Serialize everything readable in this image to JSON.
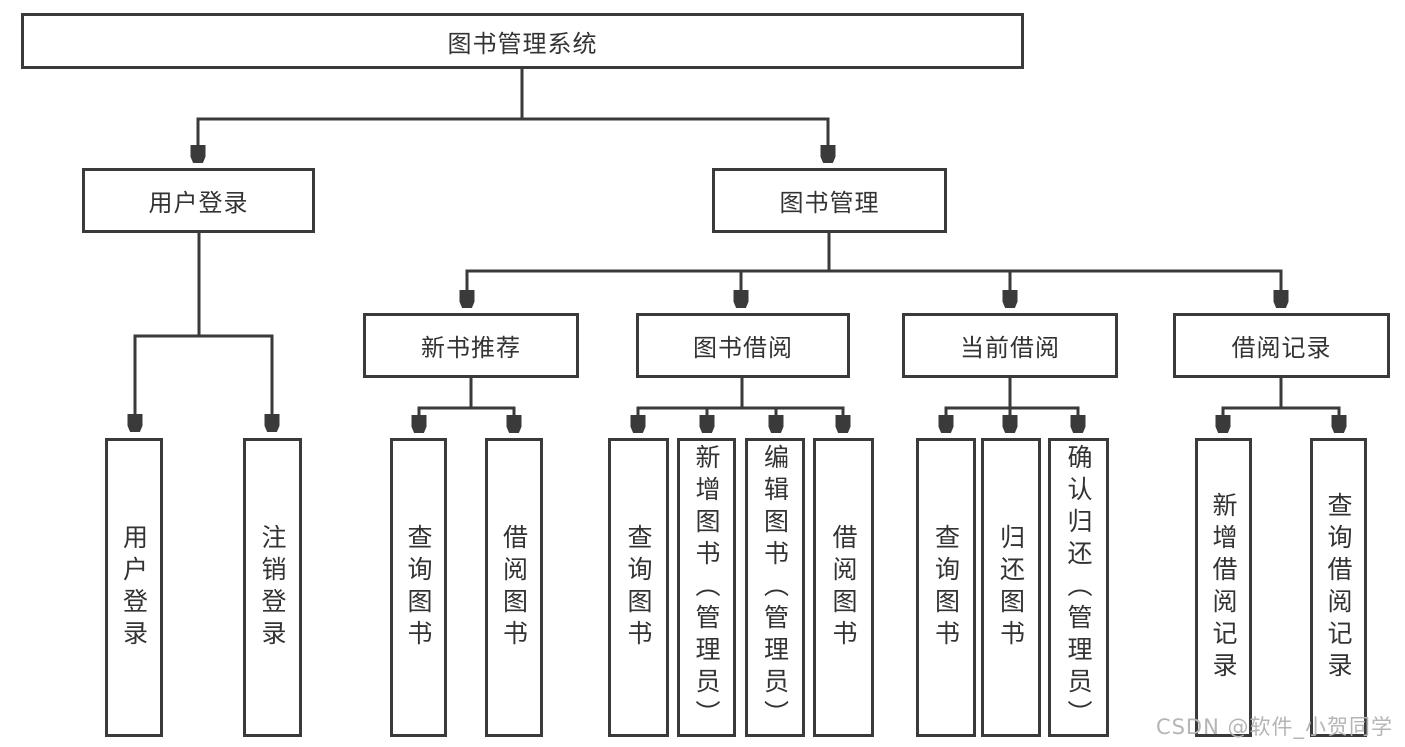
{
  "diagram": {
    "root": {
      "label": "图书管理系统"
    },
    "user_login": {
      "label": "用户登录",
      "children": [
        {
          "label": "用户登录"
        },
        {
          "label": "注销登录"
        }
      ]
    },
    "book_mgmt": {
      "label": "图书管理",
      "sections": [
        {
          "label": "新书推荐",
          "children": [
            {
              "label": "查询图书"
            },
            {
              "label": "借阅图书"
            }
          ]
        },
        {
          "label": "图书借阅",
          "children": [
            {
              "label": "查询图书"
            },
            {
              "label": "新增图书（管理员）"
            },
            {
              "label": "编辑图书（管理员）"
            },
            {
              "label": "借阅图书"
            }
          ]
        },
        {
          "label": "当前借阅",
          "children": [
            {
              "label": "查询图书"
            },
            {
              "label": "归还图书"
            },
            {
              "label": "确认归还（管理员）"
            }
          ]
        },
        {
          "label": "借阅记录",
          "children": [
            {
              "label": "新增借阅记录"
            },
            {
              "label": "查询借阅记录"
            }
          ]
        }
      ]
    }
  },
  "watermark": {
    "text": "CSDN @软件_小贺同学"
  },
  "colors": {
    "line": "#3a3a3a",
    "text": "#333333",
    "watermark": "#b5b5b5",
    "background": "#ffffff"
  }
}
